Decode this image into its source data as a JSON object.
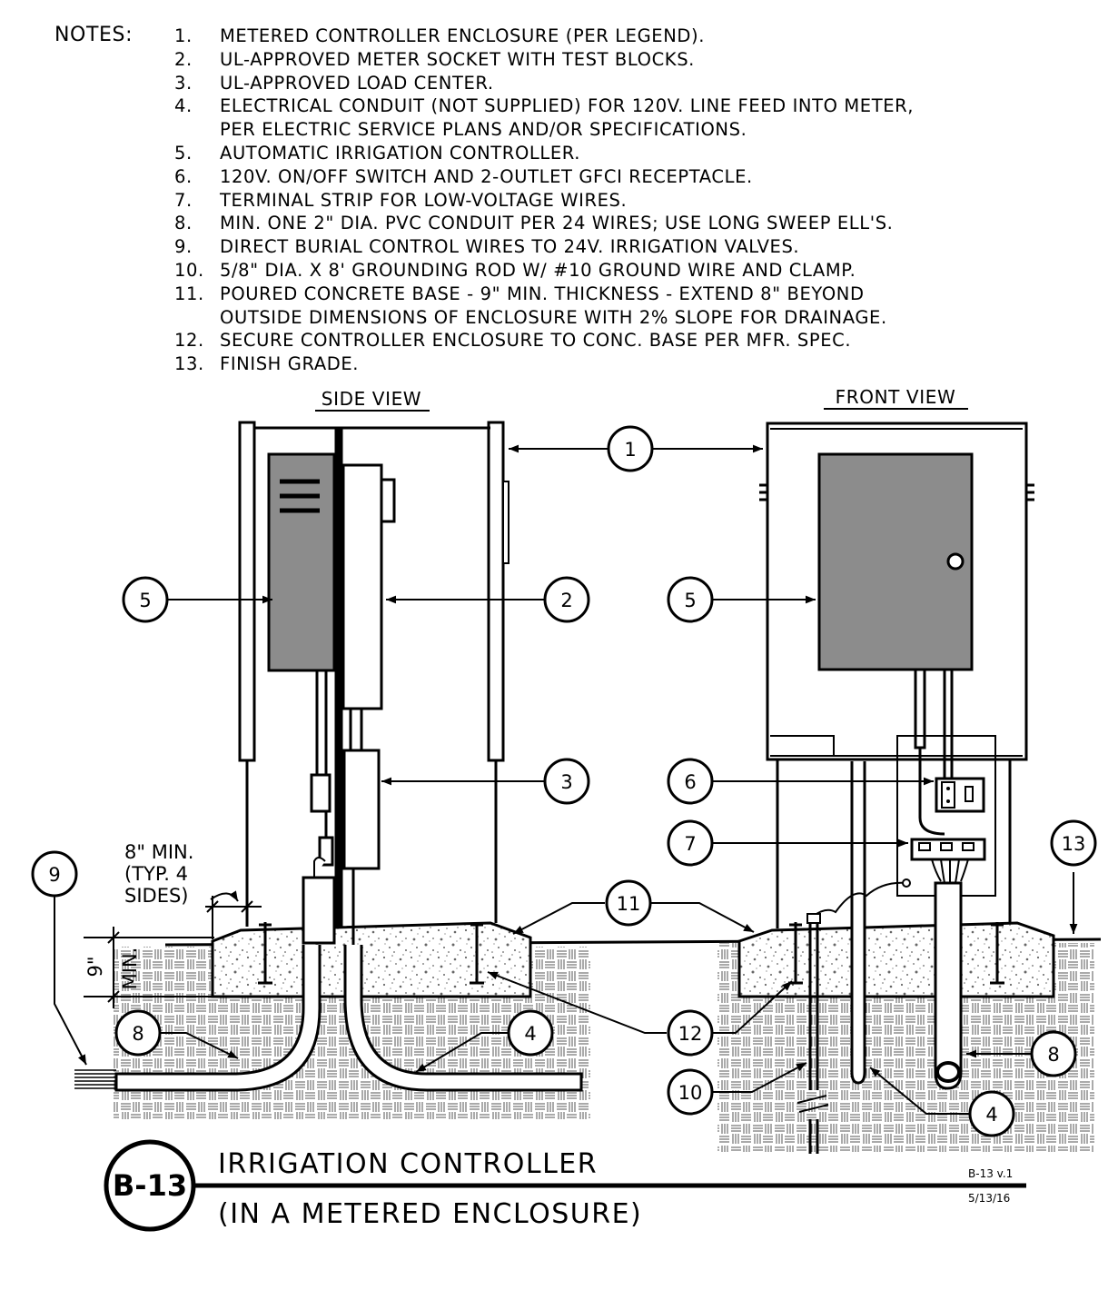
{
  "notes_label": "NOTES:",
  "notes": [
    {
      "num": "1.",
      "text": "METERED CONTROLLER ENCLOSURE (PER LEGEND)."
    },
    {
      "num": "2.",
      "text": "UL-APPROVED METER SOCKET WITH TEST BLOCKS."
    },
    {
      "num": "3.",
      "text": "UL-APPROVED LOAD CENTER."
    },
    {
      "num": "4.",
      "text": "ELECTRICAL CONDUIT (NOT SUPPLIED) FOR 120v. LINE FEED INTO METER,"
    },
    {
      "num": "",
      "text": "PER ELECTRIC SERVICE PLANS AND/OR SPECIFICATIONS."
    },
    {
      "num": "5.",
      "text": "AUTOMATIC IRRIGATION CONTROLLER."
    },
    {
      "num": "6.",
      "text": "120v. ON/OFF SWITCH AND 2-OUTLET GFCI RECEPTACLE."
    },
    {
      "num": "7.",
      "text": "TERMINAL STRIP FOR LOW-VOLTAGE WIRES."
    },
    {
      "num": "8.",
      "text": "MIN. ONE 2\" DIA. PVC CONDUIT PER 24 WIRES; USE LONG SWEEP ELL'S."
    },
    {
      "num": "9.",
      "text": "DIRECT BURIAL CONTROL WIRES TO 24v. IRRIGATION VALVES."
    },
    {
      "num": "10.",
      "text": "5/8\" DIA. x 8' GROUNDING ROD w/ #10 GROUND WIRE AND CLAMP."
    },
    {
      "num": "11.",
      "text": "POURED CONCRETE BASE - 9\" MIN. THICKNESS - EXTEND 8\" BEYOND"
    },
    {
      "num": "",
      "text": "OUTSIDE DIMENSIONS OF ENCLOSURE WITH 2% SLOPE FOR DRAINAGE."
    },
    {
      "num": "12.",
      "text": "SECURE CONTROLLER ENCLOSURE TO CONC. BASE PER MFR. SPEC."
    },
    {
      "num": "13.",
      "text": "FINISH GRADE."
    }
  ],
  "views": {
    "side": "SIDE VIEW",
    "front": "FRONT VIEW"
  },
  "callouts": {
    "c1": "1",
    "c2": "2",
    "c3": "3",
    "c4a": "4",
    "c4b": "4",
    "c5a": "5",
    "c5b": "5",
    "c6": "6",
    "c7": "7",
    "c8a": "8",
    "c8b": "8",
    "c9": "9",
    "c10": "10",
    "c11": "11",
    "c12": "12",
    "c13": "13"
  },
  "dimension": {
    "line1": "8\" MIN.",
    "line2": "(TYP. 4",
    "line3": "SIDES)",
    "depth": "9\"",
    "depth_min": "MIN."
  },
  "title_block": {
    "detail_id": "B-13",
    "title": "IRRIGATION CONTROLLER",
    "subtitle": "(IN A METERED ENCLOSURE)",
    "version": "B-13 v.1",
    "date": "5/13/16"
  },
  "colors": {
    "ink": "#000000",
    "panel_gray": "#8c8c8c",
    "paper": "#ffffff"
  }
}
